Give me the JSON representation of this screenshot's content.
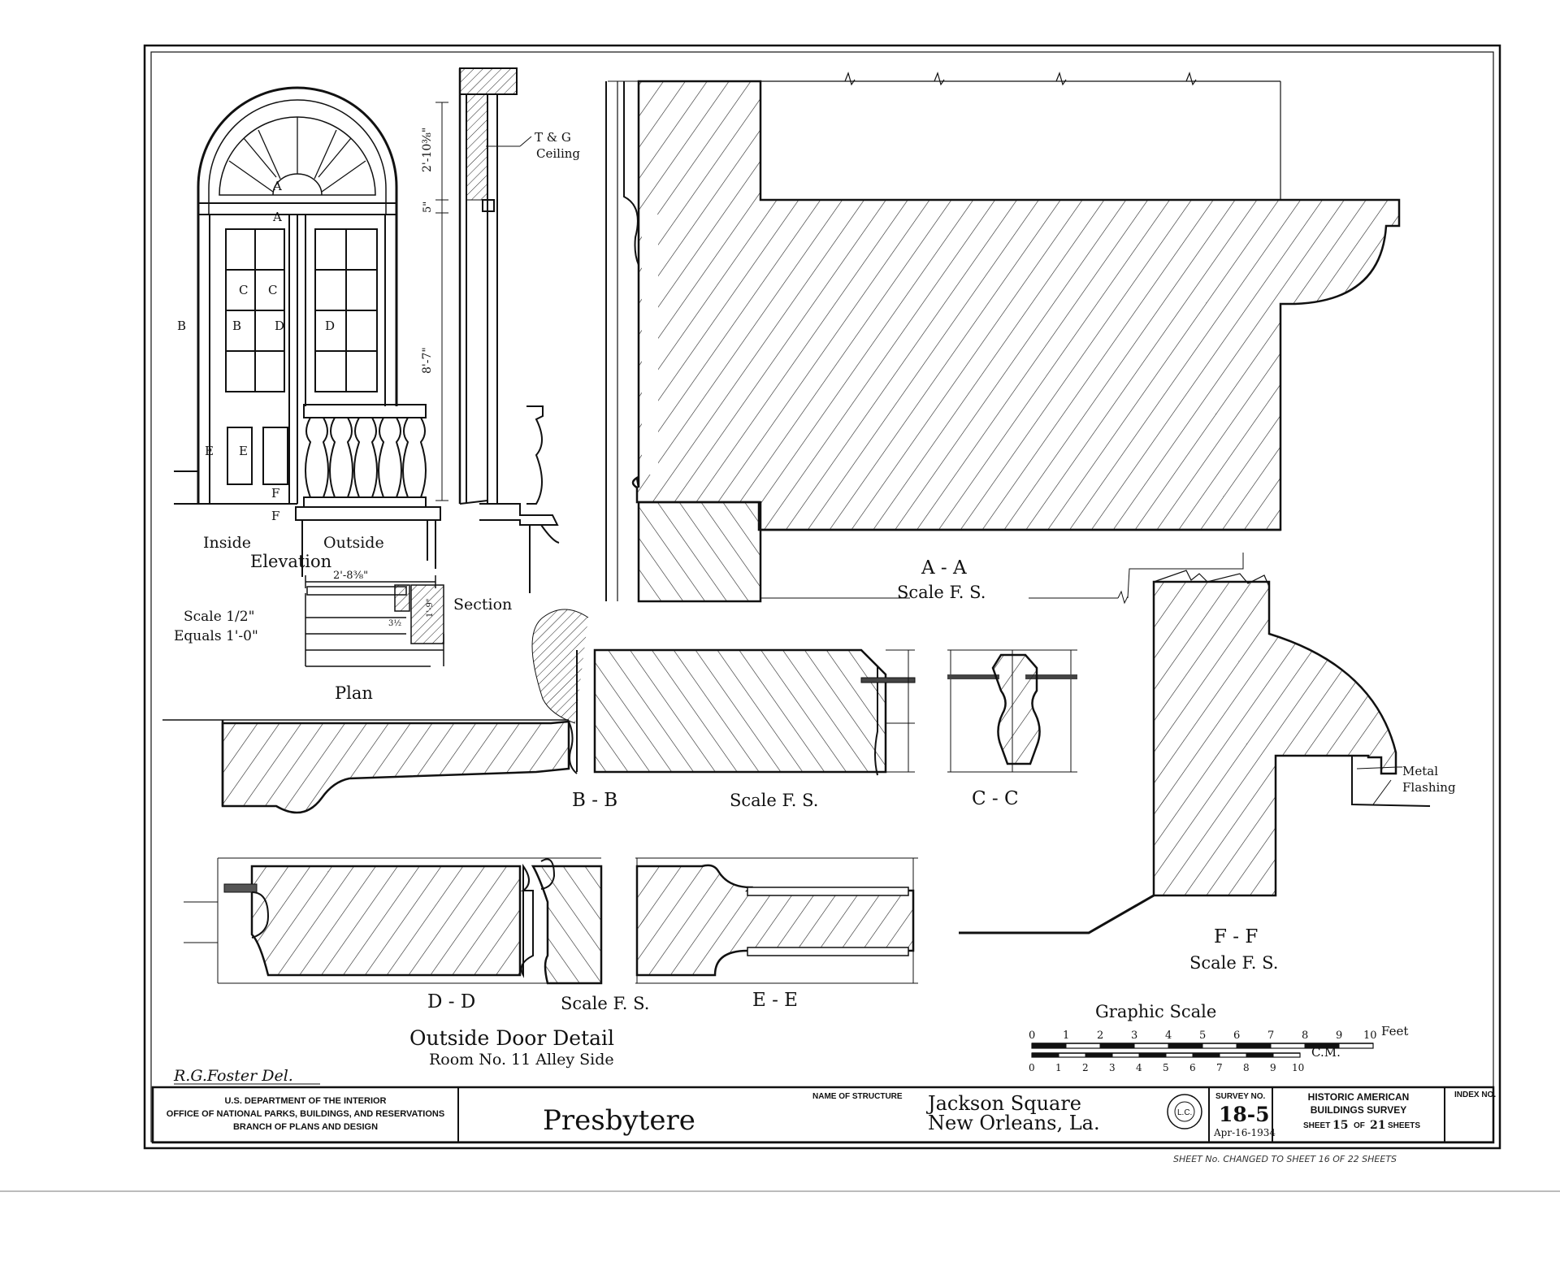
{
  "labels": {
    "tg_ceiling_1": "T & G",
    "tg_ceiling_2": "Ceiling",
    "inside": "Inside",
    "outside": "Outside",
    "elevation": "Elevation",
    "section": "Section",
    "plan": "Plan",
    "scale_1": "Scale 1/2\"",
    "scale_2": "Equals 1'-0\"",
    "dim_top": "2'-10⅜\"",
    "dim_mid": "5\"",
    "dim_low": "8'-7\"",
    "dim_plan": "2'-8⅜\"",
    "dim_plan_small": "3½",
    "dim_plan_small2": "1'-9\"",
    "aa_title": "A - A",
    "aa_scale": "Scale F. S.",
    "bb_title": "B - B",
    "bb_scale": "Scale F. S.",
    "cc_title": "C - C",
    "dd_title": "D - D",
    "dd_scale": "Scale F. S.",
    "ee_title": "E - E",
    "ff_title": "F - F",
    "ff_scale": "Scale F. S.",
    "metal_1": "Metal",
    "metal_2": "Flashing",
    "door_detail_1": "Outside Door Detail",
    "door_detail_2": "Room No. 11 Alley Side",
    "graphic_scale": "Graphic Scale",
    "feet": "Feet",
    "cm": "C.M.",
    "delineator": "R.G.Foster Del.",
    "mark_a": "A",
    "mark_b": "B",
    "mark_c": "C",
    "mark_d": "D",
    "mark_e": "E",
    "mark_f": "F",
    "mark_cc": "C - C",
    "mark_bb": "B",
    "mark_dd": "D",
    "mark_ee": "E"
  },
  "scale_feet": [
    "0",
    "1",
    "2",
    "3",
    "4",
    "5",
    "6",
    "7",
    "8",
    "9",
    "10"
  ],
  "scale_cm": [
    "0",
    "1",
    "2",
    "3",
    "4",
    "5",
    "6",
    "7",
    "8",
    "9",
    "10"
  ],
  "title_block": {
    "agency_1": "U.S. DEPARTMENT OF THE INTERIOR",
    "agency_2": "OFFICE OF NATIONAL PARKS, BUILDINGS, AND RESERVATIONS",
    "agency_3": "BRANCH OF PLANS AND DESIGN",
    "structure_name": "Presbytere",
    "name_of_structure_label": "NAME OF STRUCTURE",
    "location_1": "Jackson Square",
    "location_2": "New Orleans, La.",
    "seal_text": "L.C.",
    "survey_label": "SURVEY NO.",
    "survey_no": "18-5",
    "survey_date": "Apr-16-1934",
    "habs_1": "HISTORIC AMERICAN",
    "habs_2": "BUILDINGS SURVEY",
    "sheet_prefix": "SHEET",
    "sheet_no": "15",
    "sheet_of": "OF",
    "sheet_total": "21",
    "sheet_suffix": "SHEETS",
    "index_label": "INDEX NO."
  },
  "note": "SHEET No. CHANGED TO   SHEET 16 OF 22 SHEETS"
}
